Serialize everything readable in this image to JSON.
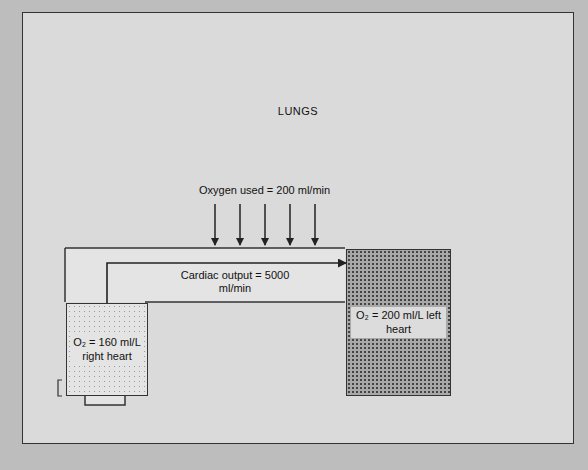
{
  "diagram": {
    "nodes": [
      {
        "text": [
          "LUNGS"
        ]
      },
      {
        "text": [
          "O₂ = 160 ml/L right heart"
        ],
        "in": 0
      },
      {
        "text": [
          "O₂ = 200 ml/L left heart"
        ],
        "in": 0
      }
    ],
    "edges": [
      {
        "from": 1,
        "to": 2,
        "arrow": "to",
        "label": "Cardiac output = 5000 ml/min"
      }
    ],
    "labels": [
      "Oxygen used = 200 ml/min"
    ]
  }
}
